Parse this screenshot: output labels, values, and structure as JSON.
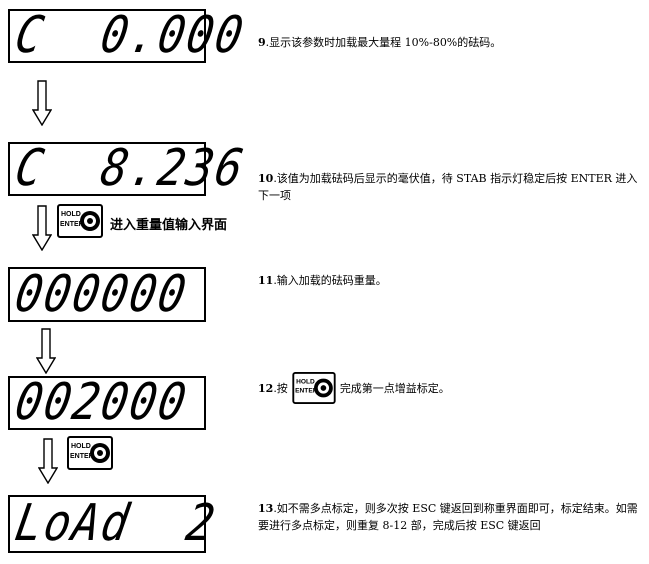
{
  "displays": [
    {
      "text": "C  0.000"
    },
    {
      "text": "C  8.236"
    },
    {
      "text": "000000"
    },
    {
      "text": "002000"
    },
    {
      "text": "LoAd  2"
    }
  ],
  "button": {
    "line1": "HOLD",
    "line2": "ENTER"
  },
  "enter_weight_label": "进入重量值输入界面",
  "steps": [
    {
      "num": "9",
      "text": ".显示该参数时加载最大量程 10%-80%的砝码。"
    },
    {
      "num": "10",
      "text": ".该值为加载砝码后显示的毫伏值，待 STAB 指示灯稳定后按 ENTER 进入下一项"
    },
    {
      "num": "11",
      "text": ".输入加载的砝码重量。"
    },
    {
      "num": "12",
      "text_before": ".按",
      "text_after": "完成第一点增益标定。"
    },
    {
      "num": "13",
      "text": ".如不需多点标定，则多次按 ESC 键返回到称重界面即可，标定结束。如需要进行多点标定，则重复 8-12 部，完成后按 ESC 键返回"
    }
  ]
}
